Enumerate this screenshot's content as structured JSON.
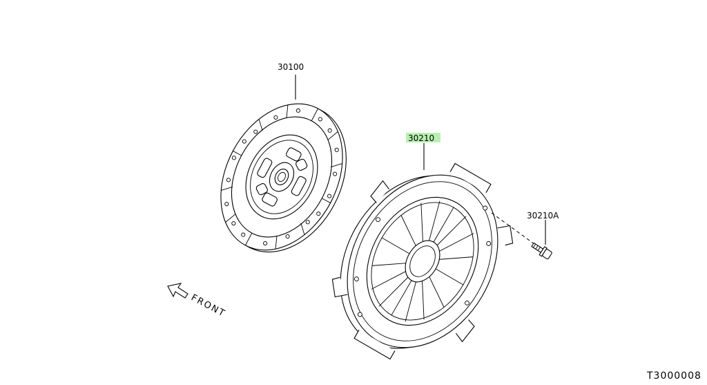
{
  "parts": {
    "clutch_disc": {
      "part_number": "30100"
    },
    "clutch_cover": {
      "part_number": "30210",
      "highlight_color": "#b8f0b0"
    },
    "bolt": {
      "part_number": "30210A"
    }
  },
  "direction_label": "FRONT",
  "diagram_code": "T3000008"
}
